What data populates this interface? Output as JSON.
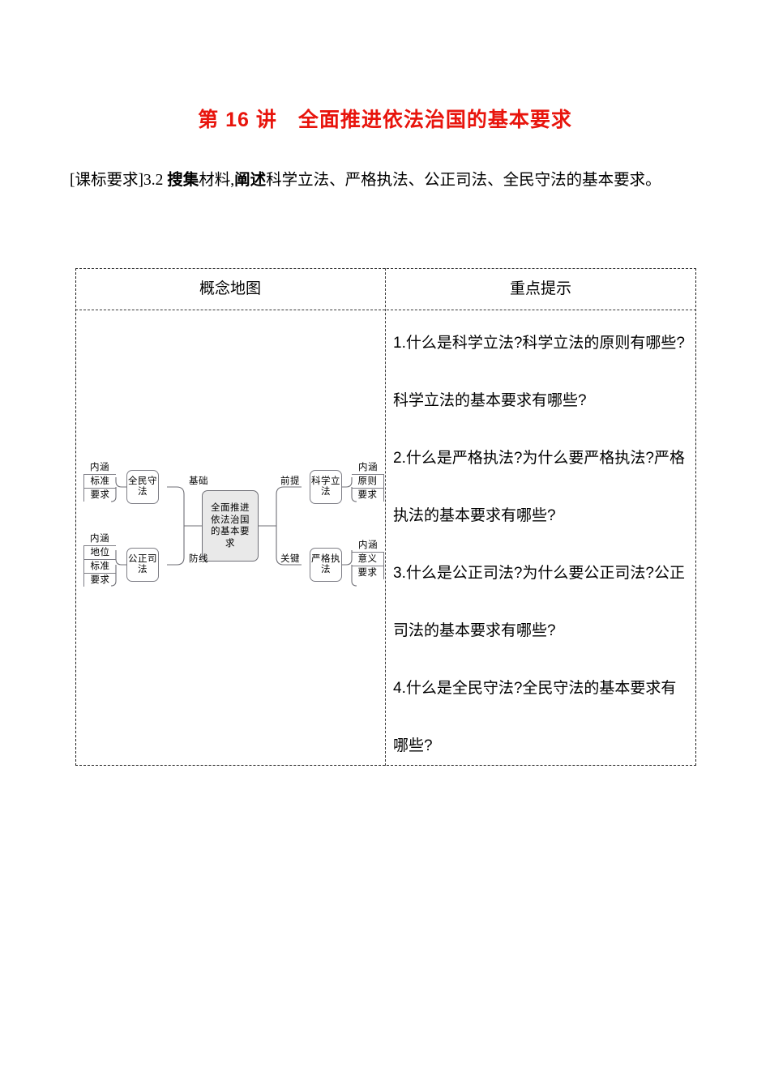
{
  "page": {
    "title": "第 16 讲　全面推进依法治国的基本要求",
    "title_color": "#e8140c",
    "standard_requirement": {
      "prefix": "[课标要求]3.2 ",
      "bold1": "搜集",
      "mid1": "材料,",
      "bold2": "阐述",
      "rest": "科学立法、严格执法、公正司法、全民守法的基本要求。"
    }
  },
  "table": {
    "headers": {
      "left": "概念地图",
      "right": "重点提示"
    },
    "key_points": [
      "1.什么是科学立法?科学立法的原则有哪些?科学立法的基本要求有哪些?",
      "2.什么是严格执法?为什么要严格执法?严格执法的基本要求有哪些?",
      "3.什么是公正司法?为什么要公正司法?公正司法的基本要求有哪些?",
      "4.什么是全民守法?全民守法的基本要求有哪些?"
    ]
  },
  "concept_map": {
    "center": "全面推进依法治国的基本要求",
    "branches": [
      {
        "edge_label": "基础",
        "node": "全民守法",
        "side": "left",
        "sub_items": [
          "内涵",
          "标准",
          "要求"
        ]
      },
      {
        "edge_label": "防线",
        "node": "公正司法",
        "side": "left",
        "sub_items": [
          "内涵",
          "地位",
          "标准",
          "要求"
        ]
      },
      {
        "edge_label": "前提",
        "node": "科学立法",
        "side": "right",
        "sub_items": [
          "内涵",
          "原则",
          "要求"
        ]
      },
      {
        "edge_label": "关键",
        "node": "严格执法",
        "side": "right",
        "sub_items": [
          "内涵",
          "意义",
          "要求"
        ]
      }
    ],
    "colors": {
      "center_fill": "#e9e9e9",
      "node_border": "#7d7d85",
      "connector": "#6f6f76"
    }
  }
}
